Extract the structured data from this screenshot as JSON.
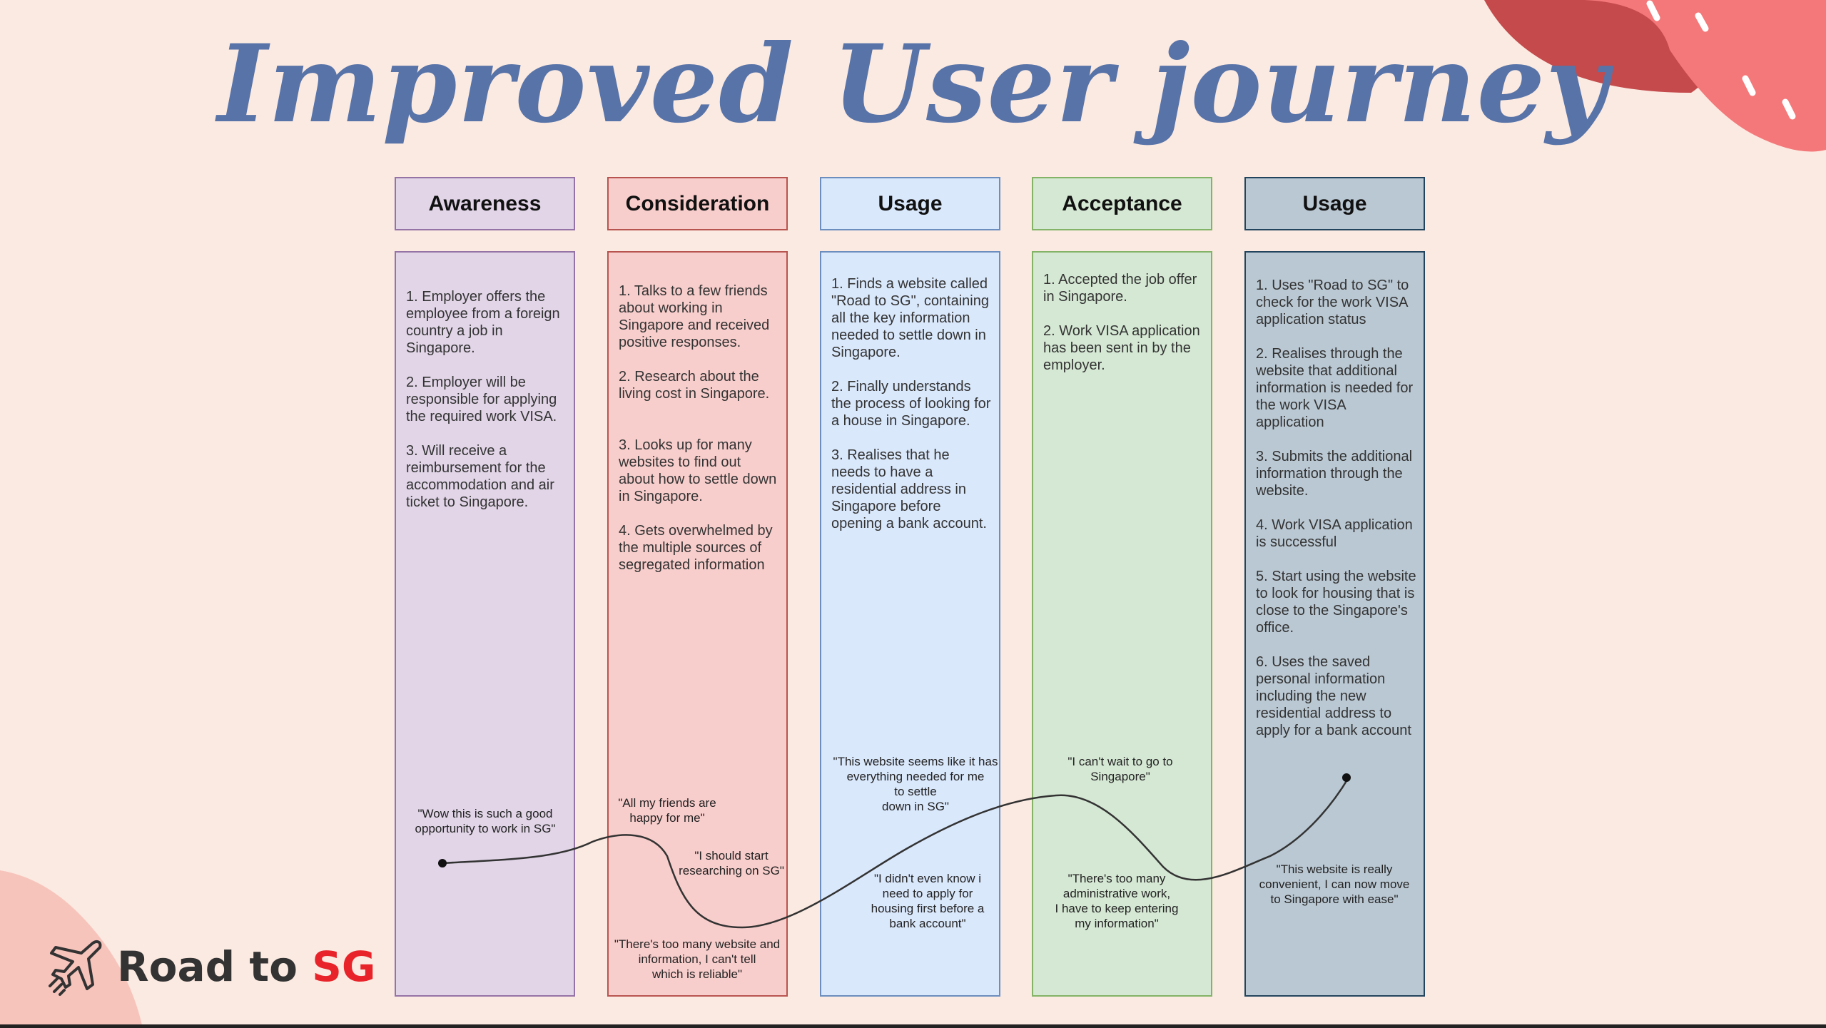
{
  "title": "Improved User journey",
  "stages": [
    {
      "header": "Awareness",
      "items": [
        "1. Employer offers the employee from a foreign country a job in Singapore.",
        "2. Employer will be responsible for applying the required work VISA.",
        "3. Will receive a reimbursement for the accommodation and air ticket to Singapore."
      ]
    },
    {
      "header": "Consideration",
      "items": [
        "1. Talks to a few friends about working in Singapore and received positive responses.",
        "2. Research about the living cost in Singapore.",
        "3. Looks up for many websites to find out about how to settle down in Singapore.",
        "4. Gets overwhelmed by the multiple sources of segregated information"
      ]
    },
    {
      "header": "Usage",
      "items": [
        "1. Finds a website called \"Road to SG\", containing all the key information needed to settle down in Singapore.",
        "2. Finally understands the process of looking for a house in Singapore.",
        "3. Realises that he needs to have a residential address in Singapore before opening a bank account."
      ]
    },
    {
      "header": "Acceptance",
      "items": [
        "1. Accepted the job offer in Singapore.",
        "2. Work VISA application has been sent in by the employer."
      ]
    },
    {
      "header": "Usage",
      "items": [
        "1. Uses \"Road to SG\" to check for the work VISA application status",
        "2. Realises through the website that additional information is needed for the work VISA application",
        "3. Submits the additional information through the website.",
        "4. Work VISA application is successful",
        "5. Start using the website to look for housing that is close to the Singapore's office.",
        "6. Uses the saved personal information including the new residential address to apply for a bank account"
      ]
    }
  ],
  "quotes": [
    "\"Wow this is such a good\nopportunity to work in SG\"",
    "\"All my friends are\nhappy for me\"",
    "\"I should start\nresearching on SG\"",
    "\"There's too many website and\ninformation, I can't tell\nwhich is reliable\"",
    "\"This website seems like it has\neverything needed for me\nto settle\ndown in SG\"",
    "\"I didn't even know i\nneed to apply for\nhousing first before a\nbank account\"",
    "\"I can't wait to go to\nSingapore\"",
    "\"There's too many\nadministrative work,\nI have to keep entering\nmy information\"",
    "\"This website is really\nconvenient, I can now move\nto Singapore with ease\""
  ],
  "brand": {
    "prefix": "Road to ",
    "accent": "SG"
  },
  "colors": {
    "background": "#fbeae1",
    "title": "#5873a8",
    "brand_accent": "#e8232a",
    "stages": [
      {
        "fill": "#e1d5e7",
        "border": "#9673a6"
      },
      {
        "fill": "#f8cecc",
        "border": "#b85450"
      },
      {
        "fill": "#dae8fc",
        "border": "#6c8ebf"
      },
      {
        "fill": "#d5e8d4",
        "border": "#82b366"
      },
      {
        "fill": "#bac8d3",
        "border": "#23445d"
      }
    ]
  },
  "icons": {
    "brand": "airplane-icon"
  }
}
